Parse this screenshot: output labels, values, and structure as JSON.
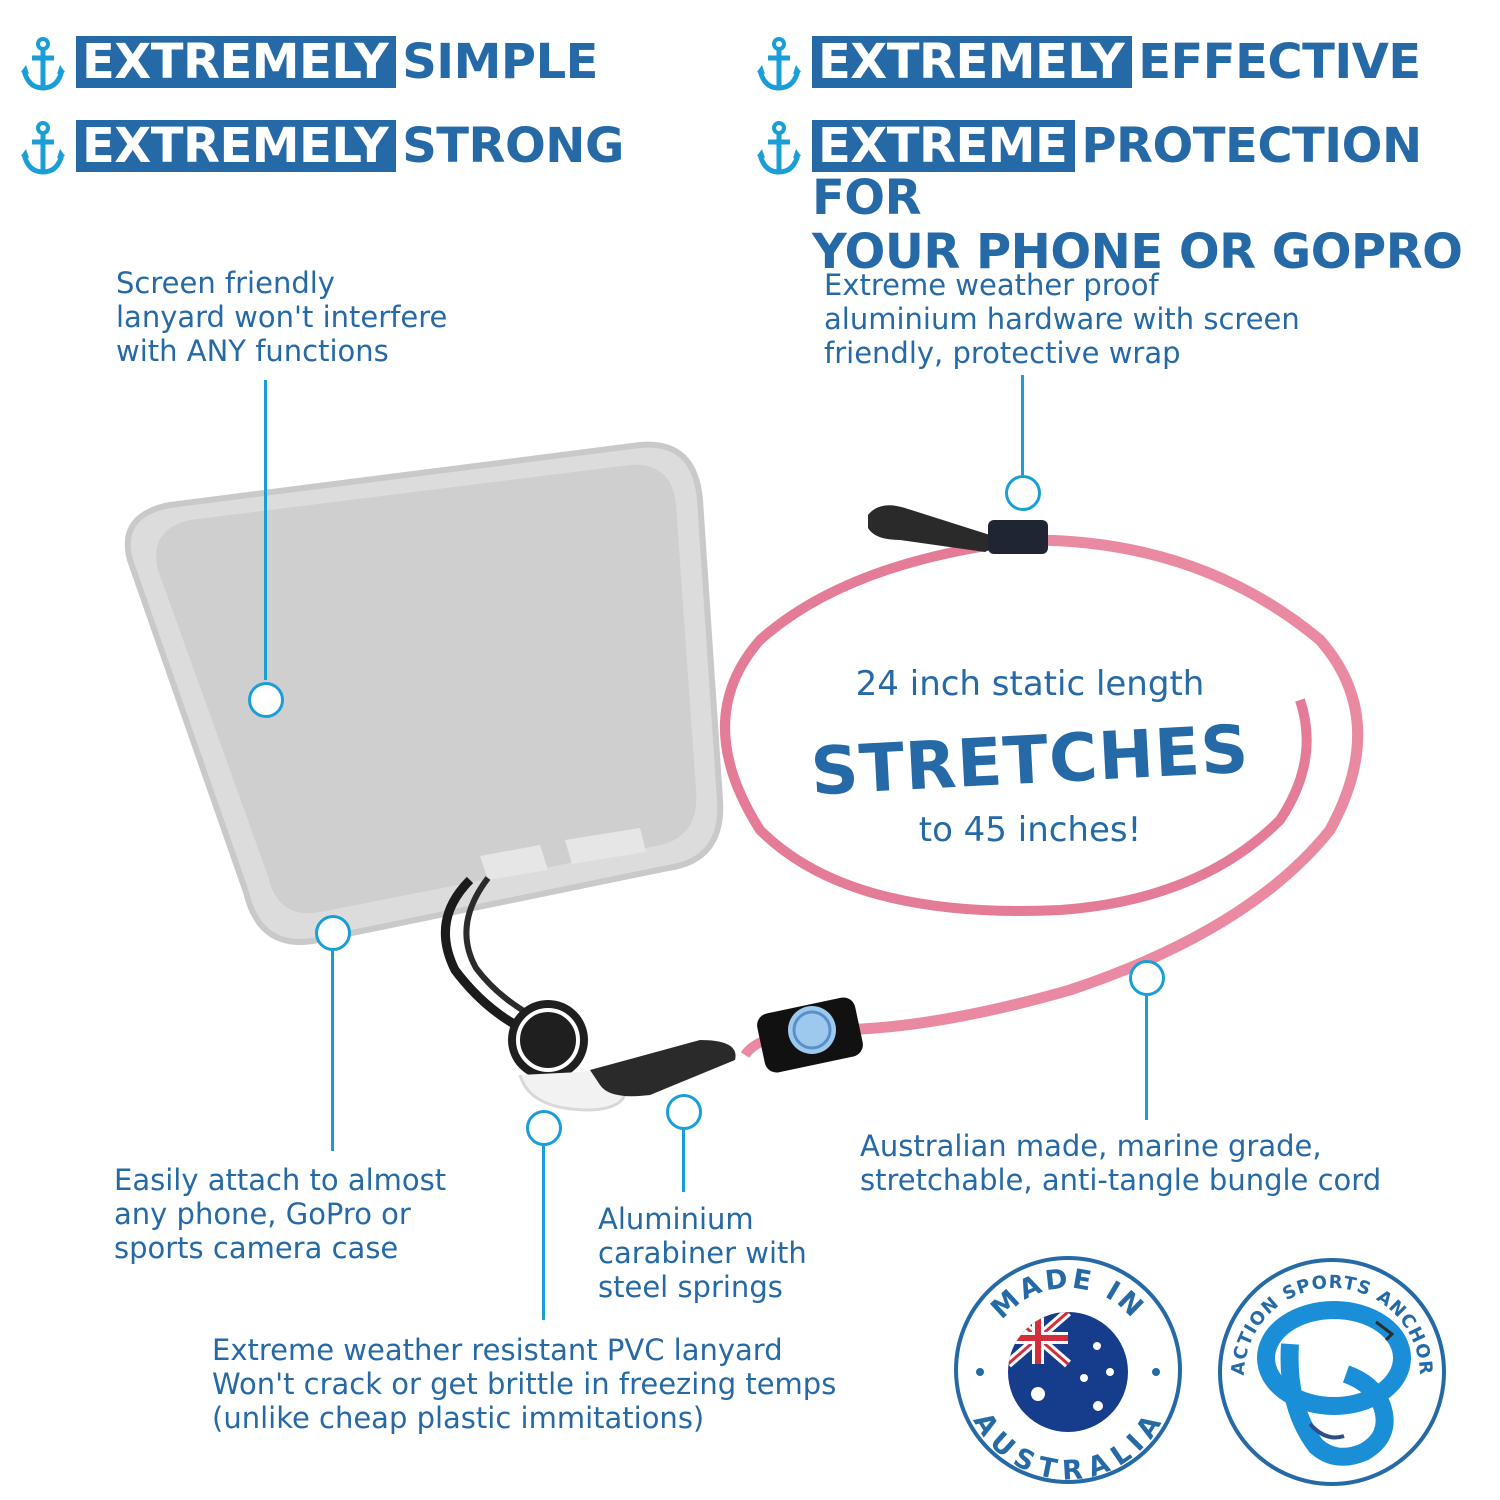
{
  "headlines": [
    {
      "highlight": "EXTREMELY",
      "rest": "SIMPLE"
    },
    {
      "highlight": "EXTREMELY",
      "rest": "STRONG"
    },
    {
      "highlight": "EXTREMELY",
      "rest": "EFFECTIVE"
    },
    {
      "highlight": "EXTREME",
      "rest": "PROTECTION FOR",
      "rest2": "YOUR PHONE OR GOPRO"
    }
  ],
  "callouts": {
    "screen": "Screen friendly\nlanyard won't interfere\nwith ANY functions",
    "hardware": "Extreme weather proof\naluminium hardware with screen\nfriendly, protective wrap",
    "attach": "Easily attach to almost\nany phone, GoPro or\nsports camera case",
    "carabiner": "Aluminium\ncarabiner with\nsteel springs",
    "cord": "Australian made, marine grade,\nstretchable, anti-tangle bungle cord",
    "pvc": "Extreme weather resistant PVC lanyard\nWon't crack or get brittle in freezing temps\n(unlike cheap plastic immitations)"
  },
  "stretch": {
    "line1": "24 inch static length",
    "line2": "STRETCHES",
    "line3": "to 45 inches!"
  },
  "badges": {
    "made_in_top": "MADE IN",
    "made_in_bottom": "AUSTRALIA",
    "brand": "ACTION SPORTS ANCHOR"
  },
  "colors": {
    "brand_blue": "#2569a6",
    "accent_cyan": "#1a9ed8",
    "cord_pink": "#e98aa2"
  }
}
